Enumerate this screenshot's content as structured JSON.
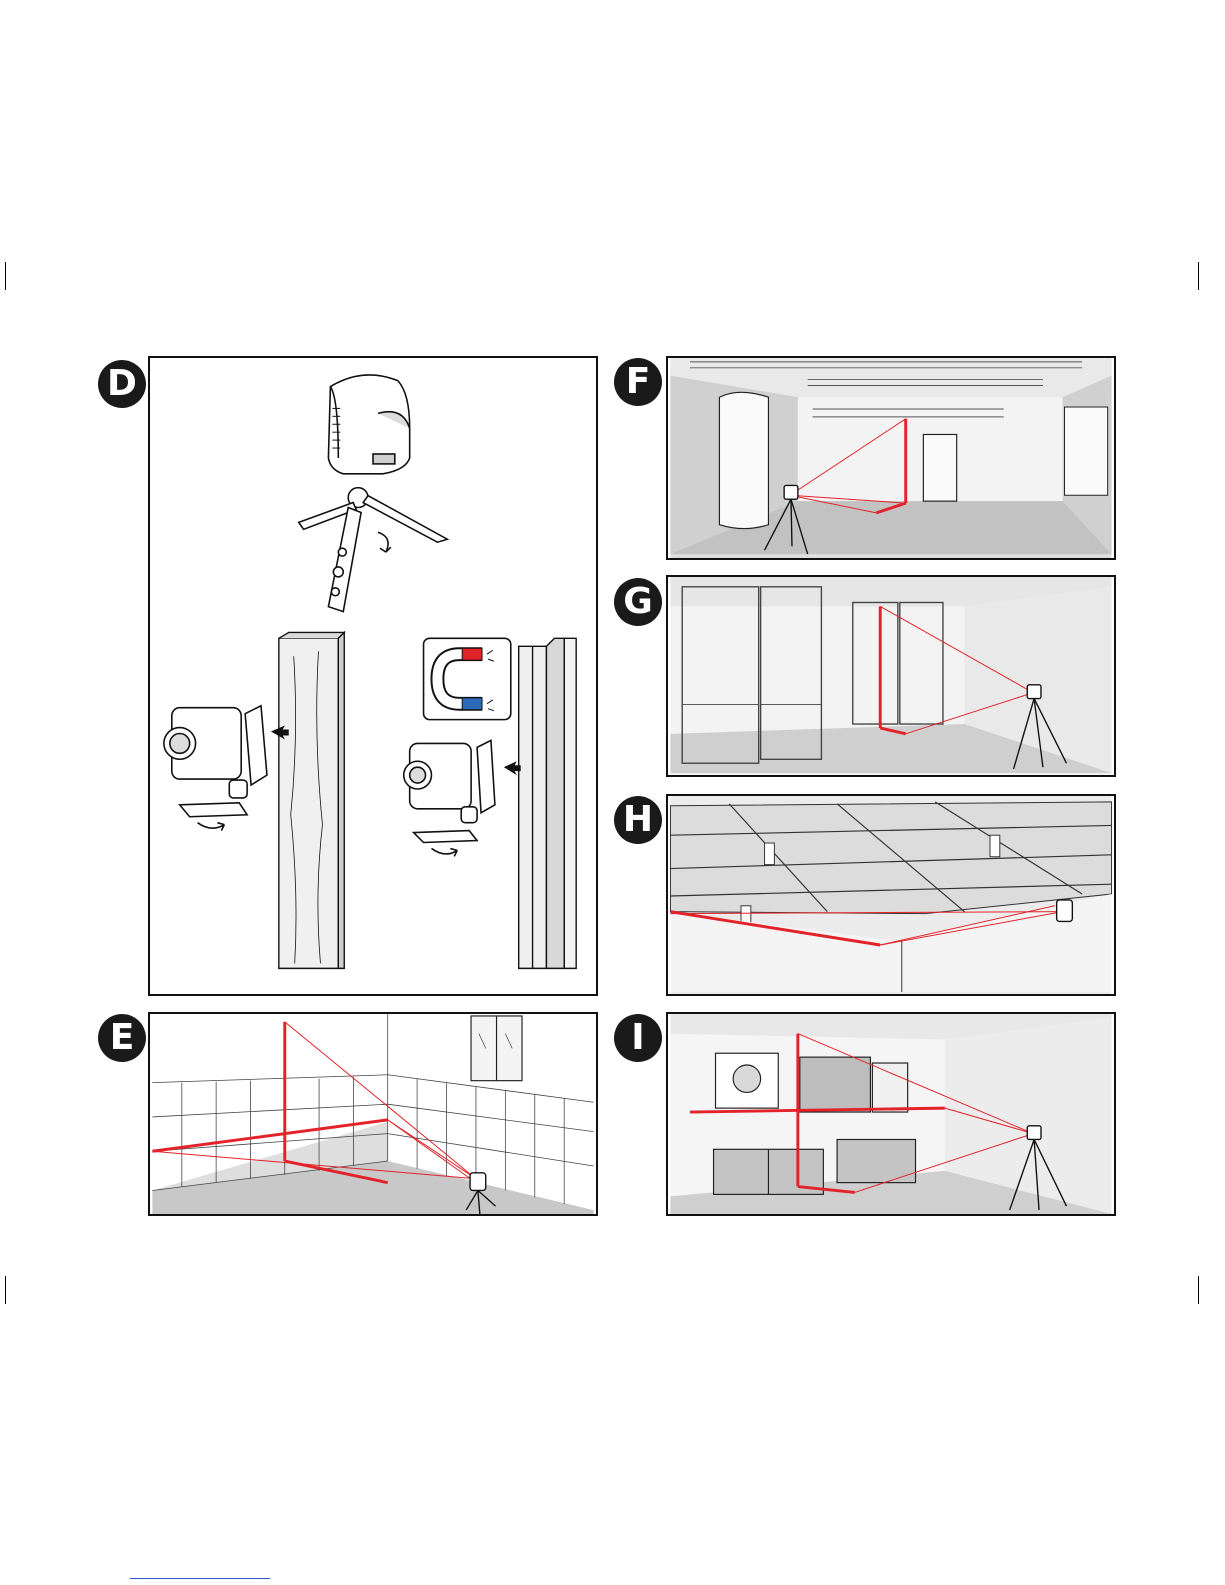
{
  "figures": {
    "D": {
      "label": "D"
    },
    "E": {
      "label": "E"
    },
    "F": {
      "label": "F"
    },
    "G": {
      "label": "G"
    },
    "H": {
      "label": "H"
    },
    "I": {
      "label": "I"
    }
  },
  "colors": {
    "laser": "#e2232a",
    "magnet_north": "#e2232a",
    "magnet_south": "#2a6ab8",
    "shade_dark": "#a9a9a9",
    "shade_light": "#dedede",
    "badge": "#1a1a1a"
  },
  "icons": [
    "magnet-icon",
    "arrow-icon",
    "rotate-arrow-icon"
  ]
}
